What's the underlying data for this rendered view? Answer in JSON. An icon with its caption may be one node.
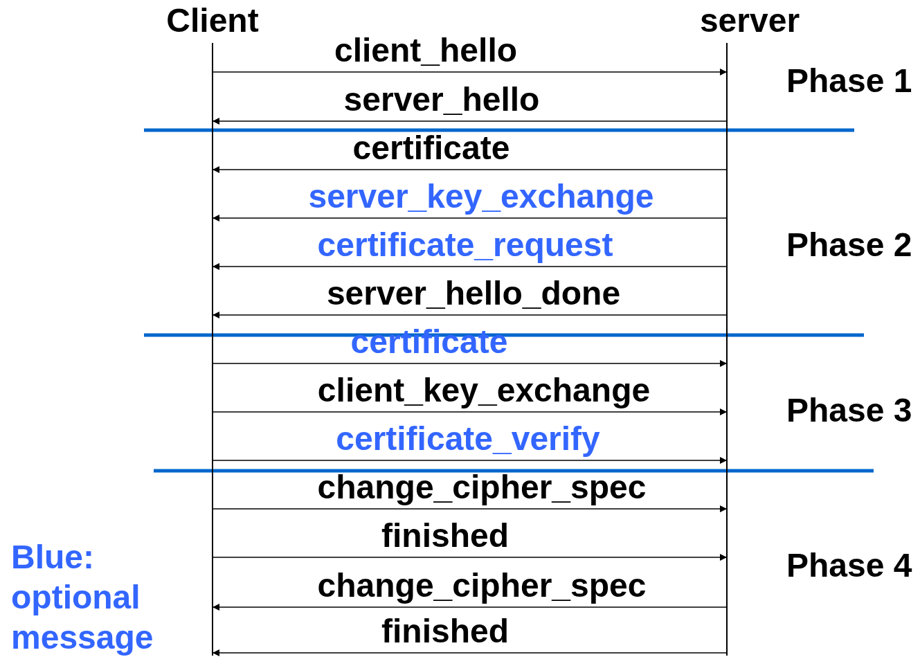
{
  "diagram": {
    "nodes": [
      {
        "text": [
          "Client"
        ]
      },
      {
        "text": [
          "server"
        ]
      }
    ],
    "edges": [
      {
        "from": 0,
        "to": 1,
        "arrow": "to",
        "label": "client_hello"
      },
      {
        "from": 1,
        "to": 0,
        "arrow": "to",
        "label": "server_hello"
      },
      {
        "from": 1,
        "to": 0,
        "arrow": "to",
        "label": "certificate"
      },
      {
        "from": 1,
        "to": 0,
        "arrow": "to",
        "label": "server_key_exchange"
      },
      {
        "from": 1,
        "to": 0,
        "arrow": "to",
        "label": "certificate_request"
      },
      {
        "from": 1,
        "to": 0,
        "arrow": "to",
        "label": "server_hello_done"
      },
      {
        "from": 0,
        "to": 1,
        "arrow": "to",
        "label": "certificate"
      },
      {
        "from": 0,
        "to": 1,
        "arrow": "to",
        "label": "client_key_exchange"
      },
      {
        "from": 0,
        "to": 1,
        "arrow": "to",
        "label": "certificate_verify"
      },
      {
        "from": 0,
        "to": 1,
        "arrow": "to",
        "label": "change_cipher_spec"
      },
      {
        "from": 0,
        "to": 1,
        "arrow": "to",
        "label": "finished"
      },
      {
        "from": 1,
        "to": 0,
        "arrow": "to",
        "label": "change_cipher_spec"
      },
      {
        "from": 1,
        "to": 0,
        "arrow": "to",
        "label": "finished"
      }
    ],
    "labels": [
      "Phase 1",
      "Phase 2",
      "Phase 3",
      "Phase 4",
      "Blue: optional message"
    ]
  }
}
